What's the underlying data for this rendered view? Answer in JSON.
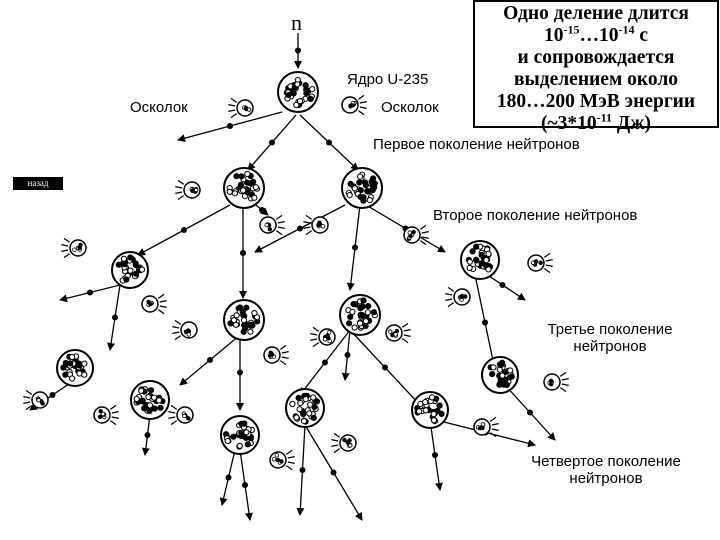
{
  "labels": {
    "neutron": "n",
    "nucleus": "Ядро  U-235",
    "fragment_left": "Осколок",
    "fragment_right": "Осколок",
    "gen1": "Первое поколение нейтронов",
    "gen2": "Второе поколение нейтронов",
    "gen3_l1": "Третье поколение",
    "gen3_l2": "нейтронов",
    "gen4_l1": "Четвертое поколение",
    "gen4_l2": "нейтронов"
  },
  "info": {
    "line1": "Одно деление длится",
    "time_a_base": "10",
    "time_a_exp": "-15",
    "time_sep": "…",
    "time_b_base": "10",
    "time_b_exp": "-14",
    "time_unit": " с",
    "line3": "и сопровождается",
    "line4": "выделением около",
    "line5": "180…200 МэВ энергии",
    "line6_pre": "(~3*10",
    "line6_exp": "-11",
    "line6_post": " Дж)"
  },
  "nav": {
    "back_label": "назад"
  }
}
